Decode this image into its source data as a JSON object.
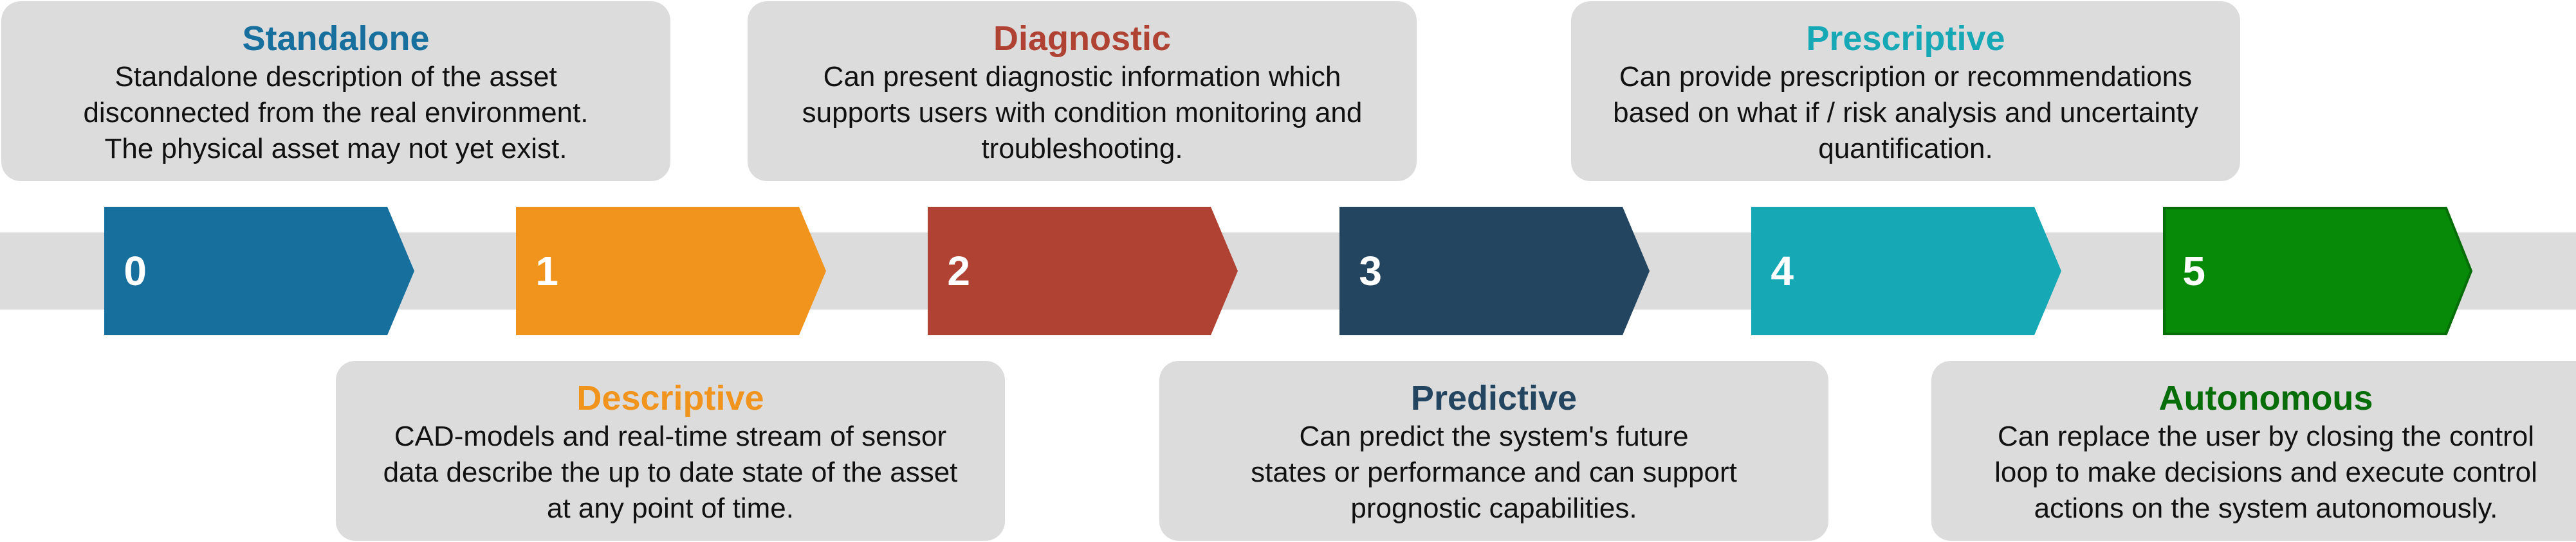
{
  "colors": {
    "band": "#dcdcdc",
    "level_0": "#176f9e",
    "level_1": "#f0941e",
    "level_2": "#b04233",
    "level_3": "#244560",
    "level_4": "#17a8b6",
    "level_5": "#068a08",
    "level_5_border": "#066d08"
  },
  "levels": [
    {
      "number": "0",
      "title": "Standalone",
      "desc": [
        "Standalone description of the asset",
        "disconnected from the real environment.",
        "The physical asset may not yet exist."
      ]
    },
    {
      "number": "1",
      "title": "Descriptive",
      "desc": [
        "CAD-models and real-time stream of sensor",
        "data describe the up to date state of the asset",
        "at any point of time."
      ]
    },
    {
      "number": "2",
      "title": "Diagnostic",
      "desc": [
        "Can present diagnostic information which",
        "supports users with condition monitoring and",
        "troubleshooting."
      ]
    },
    {
      "number": "3",
      "title": "Predictive",
      "desc": [
        "Can predict the system's future",
        "states or performance and can support",
        "prognostic capabilities."
      ]
    },
    {
      "number": "4",
      "title": "Prescriptive",
      "desc": [
        "Can provide prescription or recommendations",
        "based on what if / risk analysis and uncertainty",
        "quantification."
      ]
    },
    {
      "number": "5",
      "title": "Autonomous",
      "desc": [
        "Can replace the user by closing the control",
        "loop to make decisions and execute control",
        "actions on the system autonomously."
      ]
    }
  ]
}
